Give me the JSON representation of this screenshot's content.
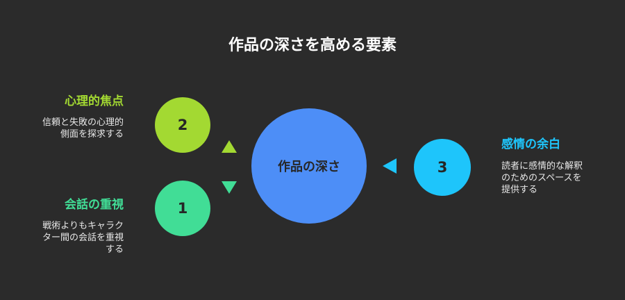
{
  "title": "作品の深さを高める要素",
  "center": {
    "label": "作品の深さ",
    "color": "#4d8ef7"
  },
  "nodes": [
    {
      "number": "2",
      "heading": "心理的焦点",
      "description": "信頼と失敗の心理的\n側面を探求する",
      "color": "#a3d932"
    },
    {
      "number": "1",
      "heading": "会話の重視",
      "description": "戦術よりもキャラク\nター間の会話を重視\nする",
      "color": "#41dd96"
    },
    {
      "number": "3",
      "heading": "感情の余白",
      "description": "読者に感情的な解釈\nのためのスペースを\n提供する",
      "color": "#1ec5fb"
    }
  ],
  "background": "#2b2b2b",
  "icons": [
    "triangle-up-arrow-icon",
    "triangle-down-arrow-icon",
    "triangle-left-arrow-icon"
  ]
}
